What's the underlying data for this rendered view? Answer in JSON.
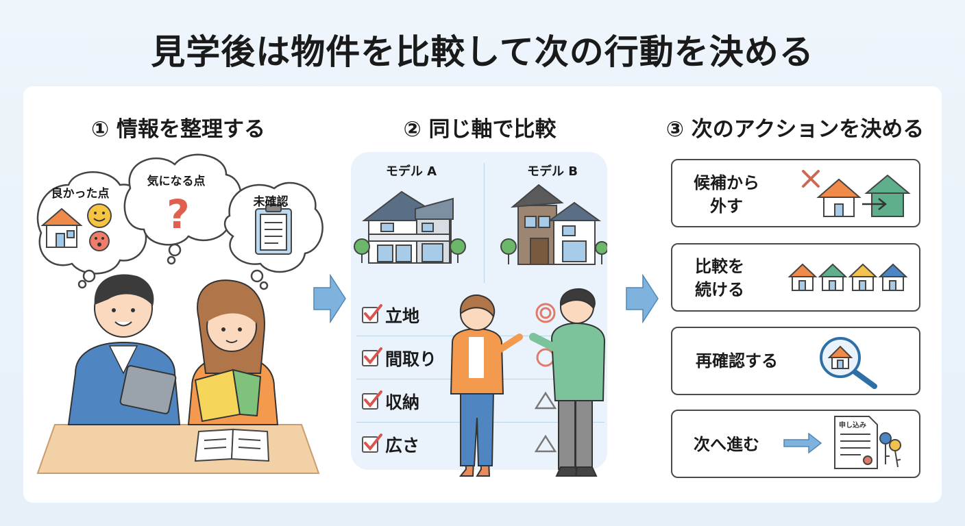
{
  "title": "見学後は物件を比較して次の行動を決める",
  "steps": [
    {
      "label": "① 情報を整理する",
      "bubbles": [
        "良かった点",
        "気になる点",
        "未確認"
      ]
    },
    {
      "label": "② 同じ軸で比較",
      "models": [
        "モデル A",
        "モデル B"
      ],
      "criteria": [
        {
          "name": "立地",
          "mark": "double-circle"
        },
        {
          "name": "間取り",
          "mark": "circle"
        },
        {
          "name": "収納",
          "mark": "triangle"
        },
        {
          "name": "広さ",
          "mark": "triangle"
        }
      ]
    },
    {
      "label": "③ 次のアクションを決める",
      "actions": [
        {
          "line1": "候補から",
          "line2": "外す"
        },
        {
          "line1": "比較を",
          "line2": "続ける"
        },
        {
          "line1": "再確認する",
          "line2": ""
        },
        {
          "line1": "次へ進む",
          "line2": ""
        }
      ],
      "document_text": "申し込み"
    }
  ],
  "colors": {
    "arrow": "#7fb2dc",
    "check": "#d9534f",
    "mark": "#e07a6a",
    "house_green": "#5fae8c",
    "house_orange": "#f08a4b",
    "house_blue": "#4a86c5",
    "house_yellow": "#f2c14e"
  }
}
